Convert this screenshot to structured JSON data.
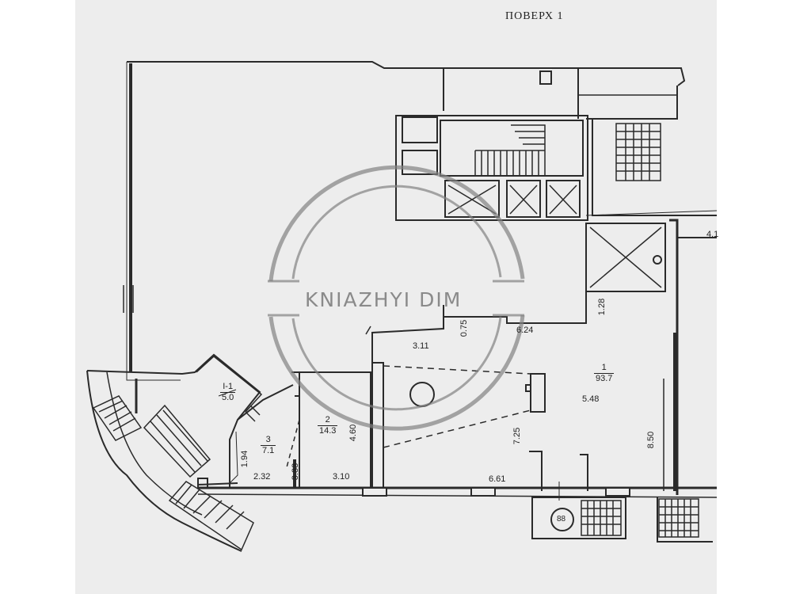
{
  "plan": {
    "floor_title": "ПОВЕРХ 1",
    "watermark": "KNIAZHYI DIM",
    "rooms": [
      {
        "number": "1",
        "area": "93.7"
      },
      {
        "number": "2",
        "area": "14.3"
      },
      {
        "number": "3",
        "area": "7.1"
      },
      {
        "number": "I-1",
        "area": "5.0"
      }
    ],
    "dimensions": {
      "d_311": "3.11",
      "d_075": "0.75",
      "d_624": "6.24",
      "d_128": "1.28",
      "d_548": "5.48",
      "d_460": "4.60",
      "d_725": "7.25",
      "d_850": "8.50",
      "d_194": "1.94",
      "d_232": "2.32",
      "d_333": "3.33",
      "d_310": "3.10",
      "d_661": "6.61",
      "d_41": "4.1",
      "d_88": "88"
    }
  }
}
